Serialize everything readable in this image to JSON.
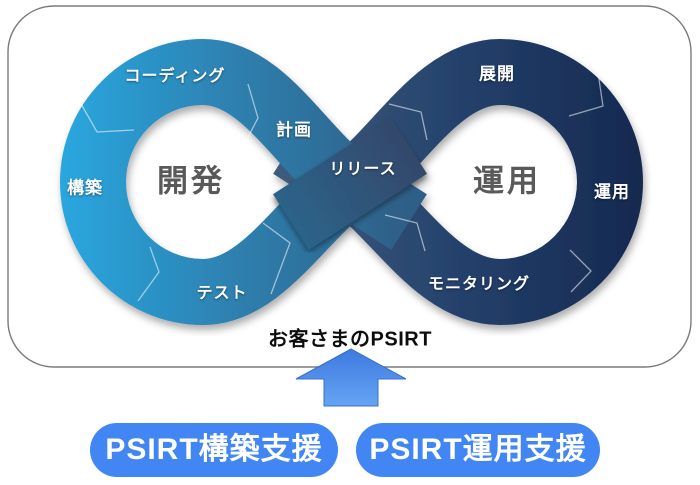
{
  "diagram": {
    "dev_loop": {
      "center_label": "開発",
      "segments": {
        "coding": "コーディング",
        "plan": "計画",
        "build": "構築",
        "test": "テスト"
      }
    },
    "release_label": "リリース",
    "ops_loop": {
      "center_label": "運用",
      "segments": {
        "deploy": "展開",
        "operate": "運用",
        "monitoring": "モニタリング"
      }
    },
    "caption": "お客さまのPSIRT"
  },
  "buttons": {
    "build_support": "PSIRT構築支援",
    "operation_support": "PSIRT運用支援"
  },
  "colors": {
    "dev_gradient_start": "#29A7DF",
    "dev_gradient_mid": "#2E80AF",
    "dev_gradient_end": "#2F5E86",
    "ops_gradient_start": "#3E5B7C",
    "ops_gradient_mid": "#23406B",
    "ops_gradient_end": "#15294F",
    "release_gradient_start": "#2C6389",
    "release_gradient_end": "#32486B",
    "arrow_gradient_start": "#3E79E0",
    "arrow_gradient_end": "#66A5F4",
    "button_bg": "#4186F2",
    "center_text": "#595959",
    "caption_text": "#0D0D0D",
    "panel_border": "#7B7B7B"
  }
}
